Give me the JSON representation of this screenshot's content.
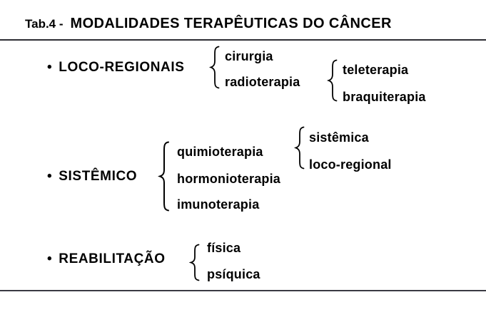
{
  "title": {
    "prefix": "Tab.4 -",
    "main": "MODALIDADES TERAPÊUTICAS DO CÂNCER"
  },
  "bullet": "•",
  "colors": {
    "background": "#ffffff",
    "text": "#000000",
    "rule": "#2c2c33"
  },
  "sections": [
    {
      "label": "LOCO-REGIONAIS",
      "items": [
        {
          "label": "cirurgia"
        },
        {
          "label": "radioterapia",
          "subitems": [
            "teleterapia",
            "braquiterapia"
          ]
        }
      ]
    },
    {
      "label": "SISTÊMICO",
      "items": [
        {
          "label": "quimioterapia",
          "subitems": [
            "sistêmica",
            "loco-regional"
          ]
        },
        {
          "label": "hormonioterapia"
        },
        {
          "label": "imunoterapia"
        }
      ]
    },
    {
      "label": "REABILITAÇÃO",
      "items": [
        {
          "label": "física"
        },
        {
          "label": "psíquica"
        }
      ]
    }
  ]
}
